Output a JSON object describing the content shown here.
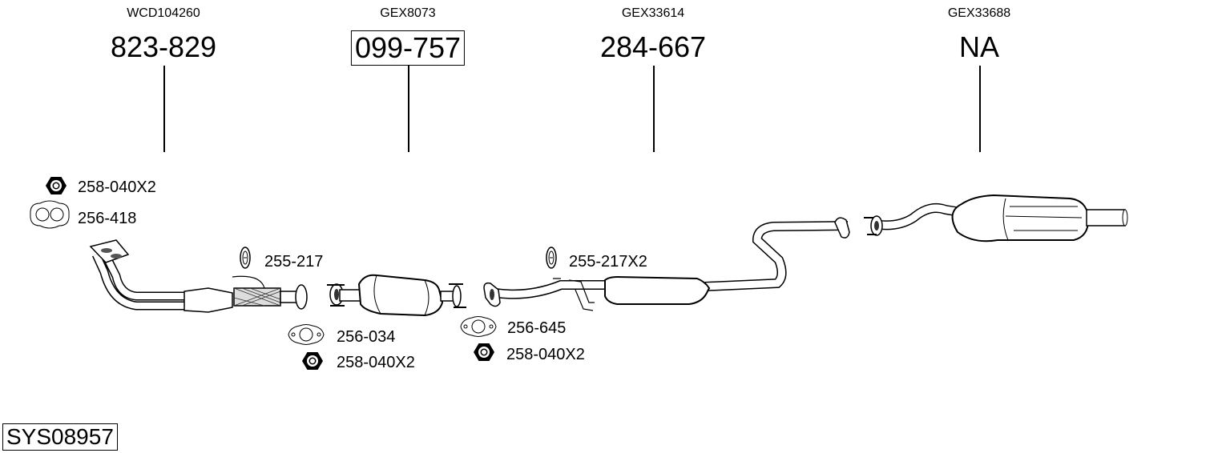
{
  "columns": [
    {
      "code": "WCD104260",
      "number": "823-829",
      "boxed": false
    },
    {
      "code": "GEX8073",
      "number": "099-757",
      "boxed": true
    },
    {
      "code": "GEX33614",
      "number": "284-667",
      "boxed": false
    },
    {
      "code": "GEX33688",
      "number": "NA",
      "boxed": false
    }
  ],
  "accessories": [
    {
      "part": "258-040X2",
      "icon": "nut-icon"
    },
    {
      "part": "256-418",
      "icon": "double-gasket-icon"
    },
    {
      "part": "255-217",
      "icon": "rubber-hanger-icon"
    },
    {
      "part": "256-034",
      "icon": "gasket-icon"
    },
    {
      "part": "258-040X2",
      "icon": "nut-icon"
    },
    {
      "part": "256-645",
      "icon": "gasket-icon"
    },
    {
      "part": "258-040X2",
      "icon": "nut-icon"
    },
    {
      "part": "255-217X2",
      "icon": "rubber-hanger-icon"
    }
  ],
  "system_id": "SYS08957"
}
